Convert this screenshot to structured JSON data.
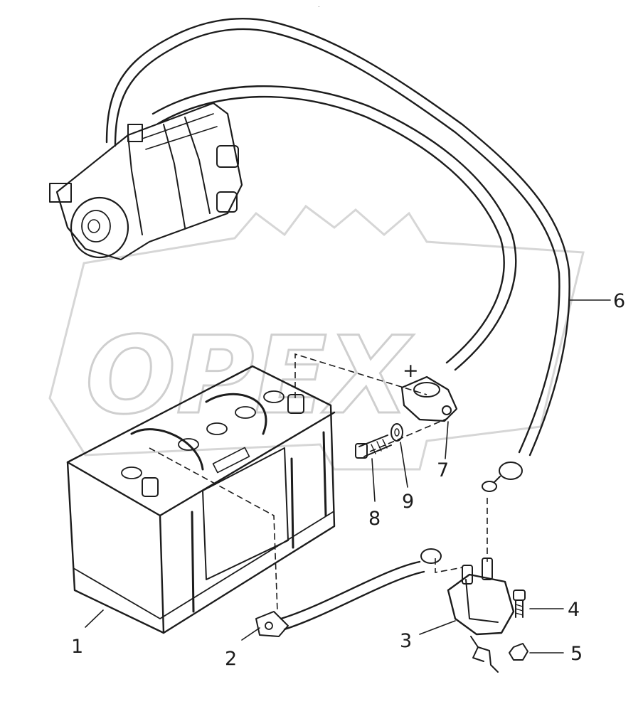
{
  "header": {
    "mark": "."
  },
  "watermark": {
    "text": "OPEX"
  },
  "callouts": [
    {
      "id": "1",
      "label": "1"
    },
    {
      "id": "2",
      "label": "2"
    },
    {
      "id": "3",
      "label": "3"
    },
    {
      "id": "4",
      "label": "4"
    },
    {
      "id": "5",
      "label": "5"
    },
    {
      "id": "6",
      "label": "6"
    },
    {
      "id": "7",
      "label": "7"
    },
    {
      "id": "8",
      "label": "8"
    },
    {
      "id": "9",
      "label": "9"
    }
  ],
  "polarity": {
    "plus": "+"
  },
  "colors": {
    "ink": "#1c1c1c",
    "watermark": "#cfcfcf",
    "background": "#ffffff"
  }
}
